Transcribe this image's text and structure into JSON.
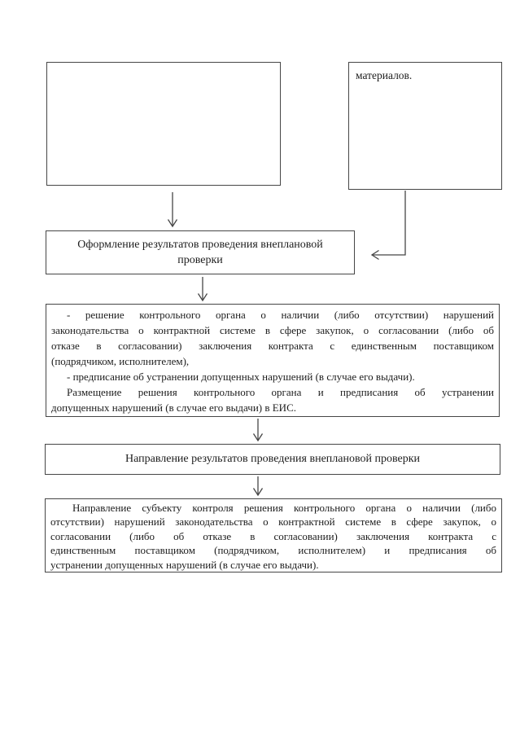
{
  "colors": {
    "ink": "#1d1d1d",
    "line": "#464646",
    "paper": "#ffffff"
  },
  "boxes": {
    "empty_source": {
      "text": ""
    },
    "materials": {
      "text": "материалов."
    },
    "registration": {
      "label": "Оформление результатов проведения внеплановой проверки"
    },
    "decision": {
      "full_text": "- решение контрольного органа о наличии (либо отсутствии) нарушений законодательства о контрактной системе в сфере закупок, о согласовании (либо об отказе в согласовании) заключения контракта с единственным поставщиком (подрядчиком, исполнителем), - предписание об устранении допущенных нарушений (в случае его выдачи). Размещение решения контрольного органа и предписания об устранении допущенных нарушений (в случае его выдачи) в ЕИС.",
      "lines": [
        "- решение контрольного органа о наличии (либо отсутствии) нарушений",
        "законодательства о контрактной системе в сфере закупок, о согласовании (либо об",
        "отказе в согласовании) заключения контракта с единственным поставщиком",
        "(подрядчиком, исполнителем),",
        "- предписание об устранении допущенных нарушений (в случае его выдачи).",
        "Размещение решения контрольного органа и предписания об устранении",
        "допущенных нарушений (в случае его выдачи) в ЕИС."
      ]
    },
    "sending": {
      "label": "Направление результатов проведения внеплановой проверки"
    },
    "subject": {
      "full_text": "Направление субъекту контроля решения контрольного органа о наличии (либо отсутствии) нарушений законодательства о контрактной системе в сфере закупок, о согласовании (либо об отказе в согласовании) заключения контракта с единственным поставщиком (подрядчиком, исполнителем) и предписания об устранении допущенных нарушений (в случае его выдачи).",
      "lines": [
        "Направление субъекту контроля решения контрольного органа о наличии (либо",
        "отсутствии) нарушений законодательства о контрактной системе в сфере закупок, о",
        "согласовании (либо об отказе в согласовании) заключения контракта с",
        "единственным поставщиком (подрядчиком, исполнителем) и предписания об",
        "устранении допущенных нарушений (в случае его выдачи)."
      ]
    }
  }
}
